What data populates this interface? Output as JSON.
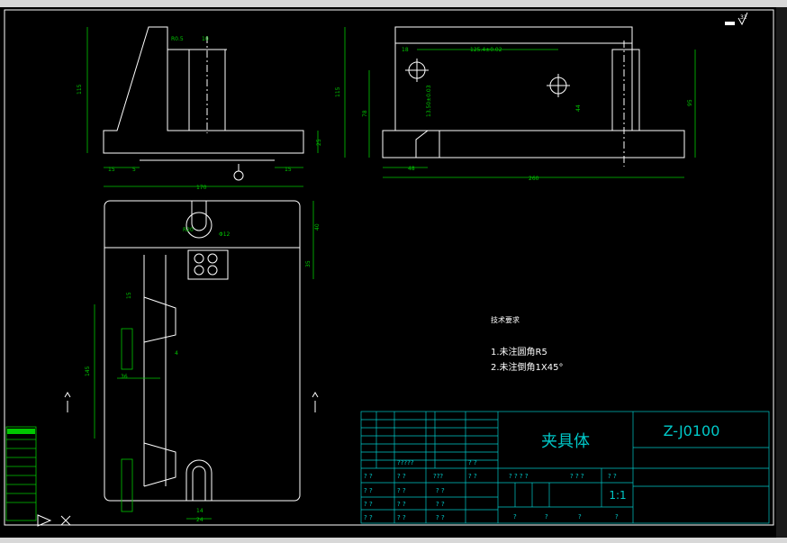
{
  "tech": {
    "title": "技术要求",
    "item1": "1.未注圆角R5",
    "item2": "2.未注倒角1X45°"
  },
  "titleblock": {
    "part_name": "夹具体",
    "drawing_no": "Z-J0100",
    "scale": "1:1",
    "q": "?",
    "qq": "? ?",
    "qqq": "? ? ?",
    "q4": "? ? ? ?",
    "q5": "?????",
    "q3b": "???"
  },
  "dims": {
    "d_r05": "R0.5",
    "d_10": "10",
    "d_115": "115",
    "d_15a": "15",
    "d_15b": "15",
    "d_5": "5",
    "d_25": "25",
    "d_170": "170",
    "d_115r": "115",
    "d_18": "18",
    "d_1254": "125.4±0.02",
    "d_78": "78",
    "d_tol": "13.50±0.03",
    "d_44": "44",
    "d_95": "95",
    "d_48": "48",
    "d_260": "260",
    "d_r20": "R20",
    "d_dia": "Φ12",
    "d_40": "40",
    "d_35": "35",
    "d_15c": "15",
    "d_145": "145",
    "d_36": "36",
    "d_4": "4",
    "d_14": "14",
    "d_24": "24",
    "rough": "32"
  }
}
